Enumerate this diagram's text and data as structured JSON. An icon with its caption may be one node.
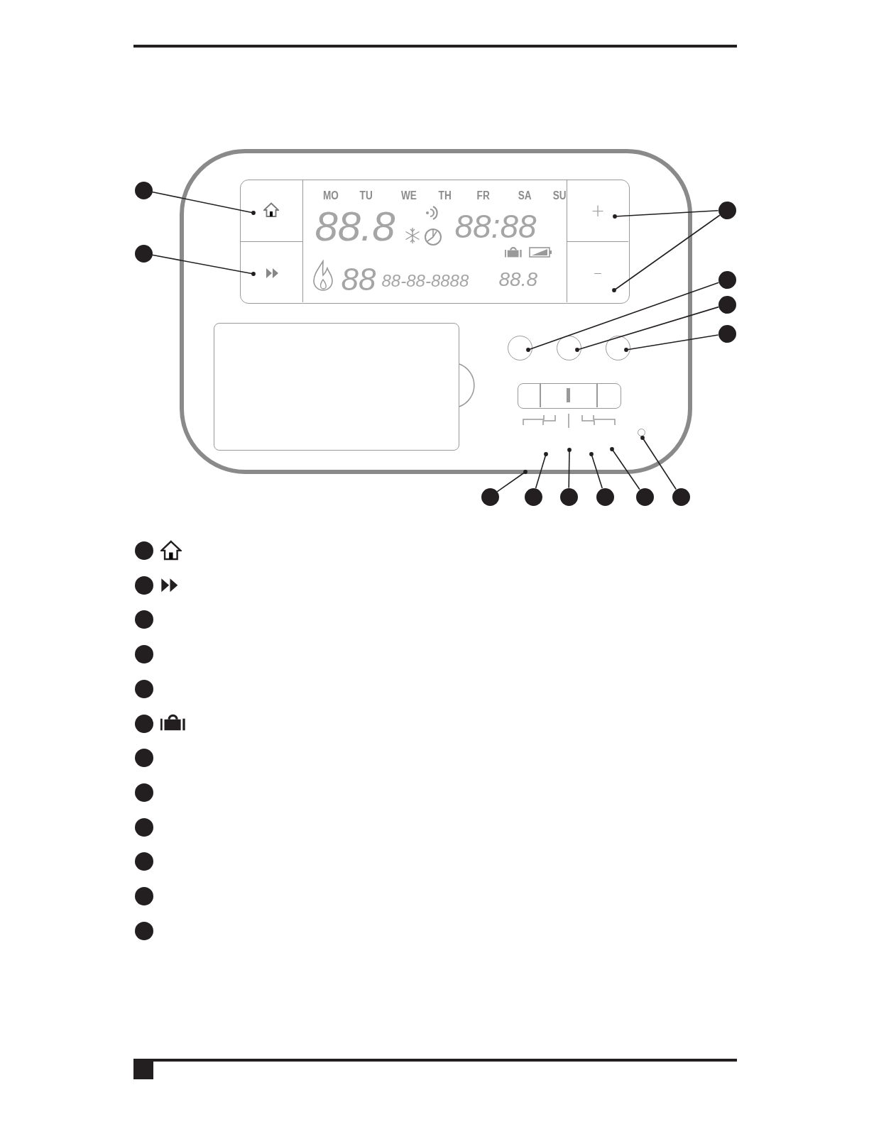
{
  "diagram": {
    "nodes": [
      {
        "text": [],
        "shape": "box"
      },
      {
        "text": [],
        "shape": "box",
        "in": 0
      },
      {
        "text": [],
        "shape": "box",
        "in": 1
      },
      {
        "text": [],
        "shape": "box",
        "in": 1
      },
      {
        "text": [
          "MO",
          "TU",
          "WE",
          "TH",
          "FR",
          "SA",
          "SU",
          "88.8",
          "88:88",
          "88",
          "88-88-8888",
          "88.8"
        ],
        "in": 1
      },
      {
        "text": [
          "+"
        ],
        "in": 1
      },
      {
        "text": [
          "–"
        ],
        "in": 1
      },
      {
        "text": [],
        "shape": "box",
        "in": 0
      },
      {
        "text": [],
        "shape": "circle",
        "in": 0
      },
      {
        "text": [],
        "shape": "circle",
        "in": 0
      },
      {
        "text": [],
        "shape": "circle",
        "in": 0
      },
      {
        "text": [],
        "shape": "box",
        "in": 0
      },
      {
        "text": [],
        "shape": "circle",
        "in": 0
      },
      {
        "text": [],
        "shape": "circle"
      },
      {
        "text": [],
        "shape": "circle"
      },
      {
        "text": [],
        "shape": "circle"
      },
      {
        "text": [],
        "shape": "circle"
      },
      {
        "text": [],
        "shape": "circle"
      },
      {
        "text": [],
        "shape": "circle"
      },
      {
        "text": [],
        "shape": "circle"
      },
      {
        "text": [],
        "shape": "circle"
      },
      {
        "text": [],
        "shape": "circle"
      },
      {
        "text": [],
        "shape": "circle"
      },
      {
        "text": [],
        "shape": "circle"
      },
      {
        "text": [],
        "shape": "circle"
      },
      {
        "text": [],
        "shape": "circle"
      },
      {
        "text": [],
        "shape": "circle"
      },
      {
        "text": [],
        "shape": "circle"
      },
      {
        "text": [],
        "shape": "circle"
      },
      {
        "text": [],
        "shape": "circle"
      },
      {
        "text": [],
        "shape": "circle"
      },
      {
        "text": [],
        "shape": "circle"
      },
      {
        "text": [],
        "shape": "circle"
      },
      {
        "text": [],
        "shape": "circle"
      },
      {
        "text": [],
        "shape": "circle"
      },
      {
        "text": [],
        "shape": "circle"
      },
      {
        "text": [],
        "shape": "circle"
      }
    ],
    "edges": [
      {
        "from": 13,
        "to": 2,
        "arrow": "other"
      },
      {
        "from": 14,
        "to": 3,
        "arrow": "other"
      },
      {
        "from": 15,
        "to": 5,
        "arrow": "other"
      },
      {
        "from": 15,
        "to": 6,
        "arrow": "other"
      },
      {
        "from": 16,
        "to": 8,
        "arrow": "other"
      },
      {
        "from": 17,
        "to": 9,
        "arrow": "other"
      },
      {
        "from": 18,
        "to": 10,
        "arrow": "other"
      },
      {
        "from": 19,
        "to": 0,
        "arrow": "other"
      },
      {
        "from": 20,
        "to": 0,
        "arrow": "other"
      },
      {
        "from": 21,
        "to": 11,
        "arrow": "other"
      },
      {
        "from": 22,
        "to": 0,
        "arrow": "other"
      },
      {
        "from": 23,
        "to": 11,
        "arrow": "other"
      },
      {
        "from": 24,
        "to": 12,
        "arrow": "other"
      }
    ]
  }
}
